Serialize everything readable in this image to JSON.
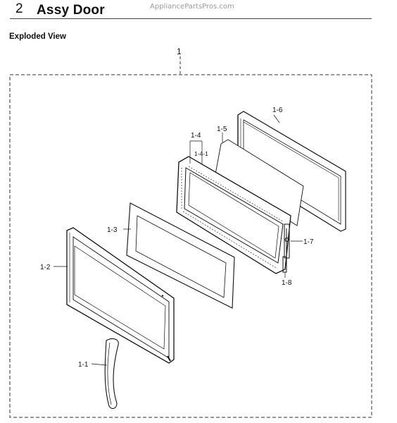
{
  "header": {
    "section_number": "2",
    "section_title": "Assy Door",
    "watermark": "AppliancePartsPros.com"
  },
  "view": {
    "title": "Exploded View"
  },
  "callouts": {
    "assembly": "1",
    "handle": "1-1",
    "door_panel": "1-2",
    "glass": "1-3",
    "frame": "1-4",
    "frame_sub": "1-4-1",
    "screen": "1-5",
    "choke": "1-6",
    "hinge": "1-7",
    "lever": "1-8"
  }
}
